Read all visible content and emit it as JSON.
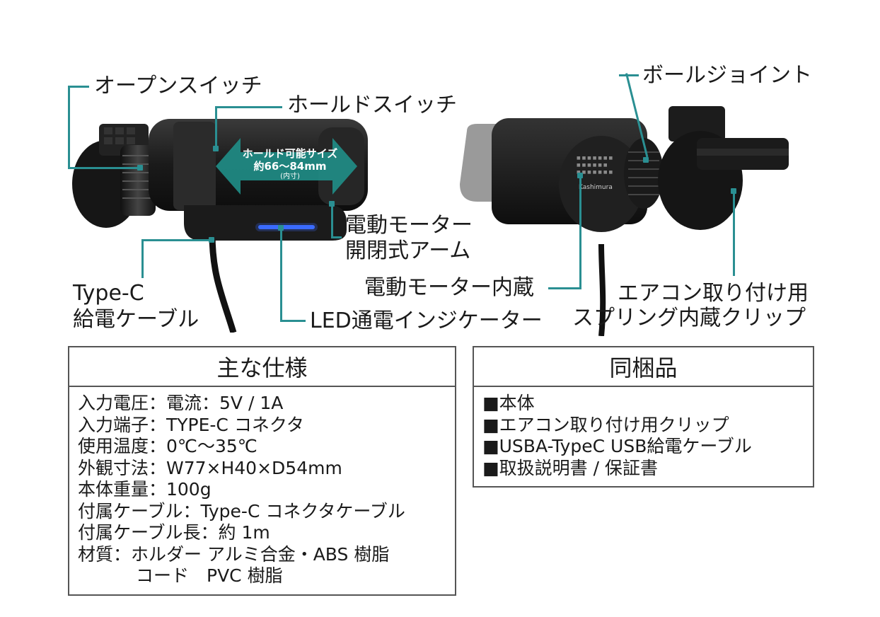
{
  "labels": {
    "open_switch": "オープンスイッチ",
    "hold_switch": "ホールドスイッチ",
    "hold_size_line1": "ホールド可能サイズ",
    "hold_size_line2": "約66～84mm",
    "hold_size_line3": "(内寸)",
    "motor_arm_line1": "電動モーター",
    "motor_arm_line2": "開閉式アーム",
    "type_c_line1": "Type-C",
    "type_c_line2": "給電ケーブル",
    "led_indicator": "LED通電インジケーター",
    "ball_joint": "ボールジョイント",
    "motor_builtin": "電動モーター内蔵",
    "clip_line1": "エアコン取り付け用",
    "clip_line2": "スプリング内蔵クリップ",
    "product_brand": "Kashimura"
  },
  "specs": {
    "title": "主な仕様",
    "rows": [
      "入力電圧：電流：5V / 1A",
      "入力端子：TYPE-C コネクタ",
      "使用温度：0℃～35℃",
      "外観寸法：W77×H40×D54mm",
      "本体重量：100g",
      "付属ケーブル：Type-C コネクタケーブル",
      "付属ケーブル長：約 1m",
      "材質：ホルダー アルミ合金・ABS 樹脂",
      "コード　PVC 樹脂"
    ]
  },
  "contents": {
    "title": "同梱品",
    "rows": [
      "■本体",
      "■エアコン取り付け用クリップ",
      "■USBA-TypeC USB給電ケーブル",
      "■取扱説明書 / 保証書"
    ]
  },
  "colors": {
    "leader": "#2a8f92",
    "arrow": "#1f8c85",
    "led": "#3a6bff"
  }
}
